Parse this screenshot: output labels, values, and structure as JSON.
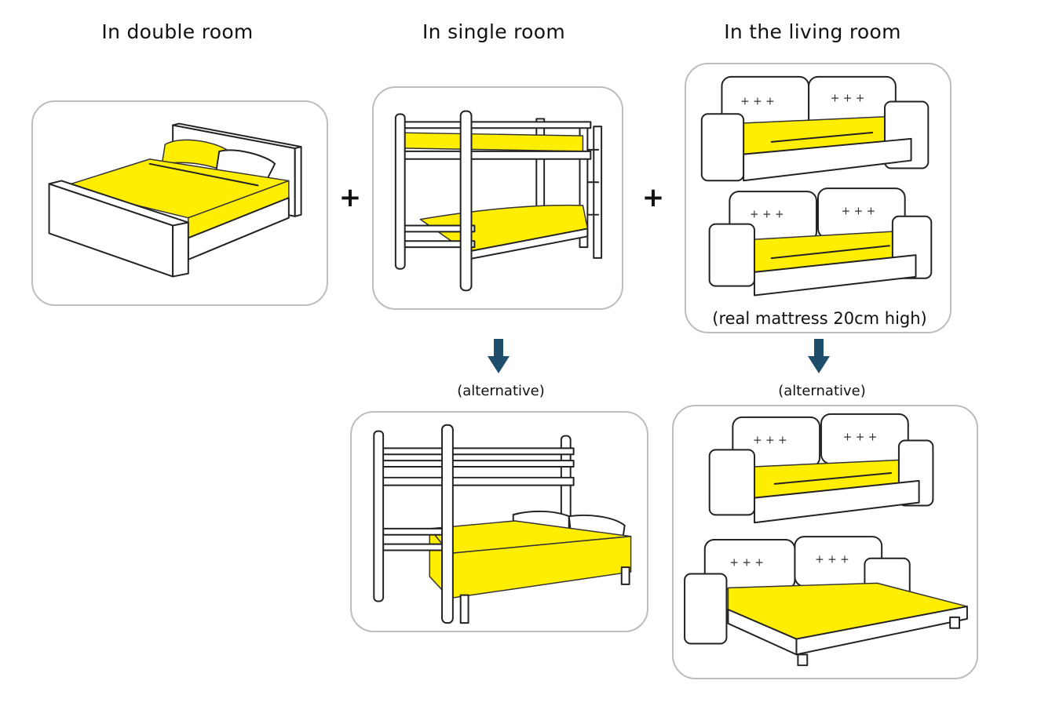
{
  "columns": {
    "double": {
      "title": "In double room"
    },
    "single": {
      "title": "In single room"
    },
    "living": {
      "title": "In the living room"
    }
  },
  "operators": {
    "plus1": "+",
    "plus2": "+"
  },
  "alternatives": {
    "single": "(alternative)",
    "living": "(alternative)"
  },
  "notes": {
    "mattress": "(real mattress 20cm high)"
  },
  "colors": {
    "highlight": "#ffee00",
    "arrow": "#1f4e6b",
    "panel_border": "#bdbdbd"
  }
}
